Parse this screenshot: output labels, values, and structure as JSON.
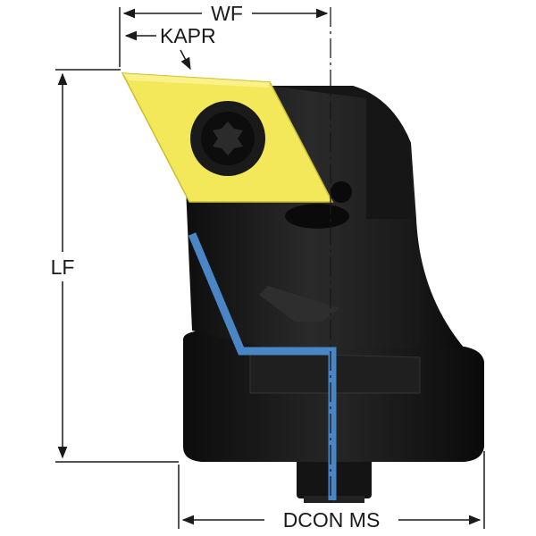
{
  "labels": {
    "wf": "WF",
    "kapr": "KAPR",
    "lf": "LF",
    "dcon_ms": "DCON MS"
  },
  "parts": {
    "insert": "cutting-insert",
    "screw": "clamp-screw",
    "body": "tool-holder-body",
    "coolant": "coolant-channel"
  },
  "colors": {
    "insert": "#f2e85a",
    "body": "#1c1c1c",
    "coolant": "#4a86c5",
    "dimension": "#1a1a1a"
  }
}
